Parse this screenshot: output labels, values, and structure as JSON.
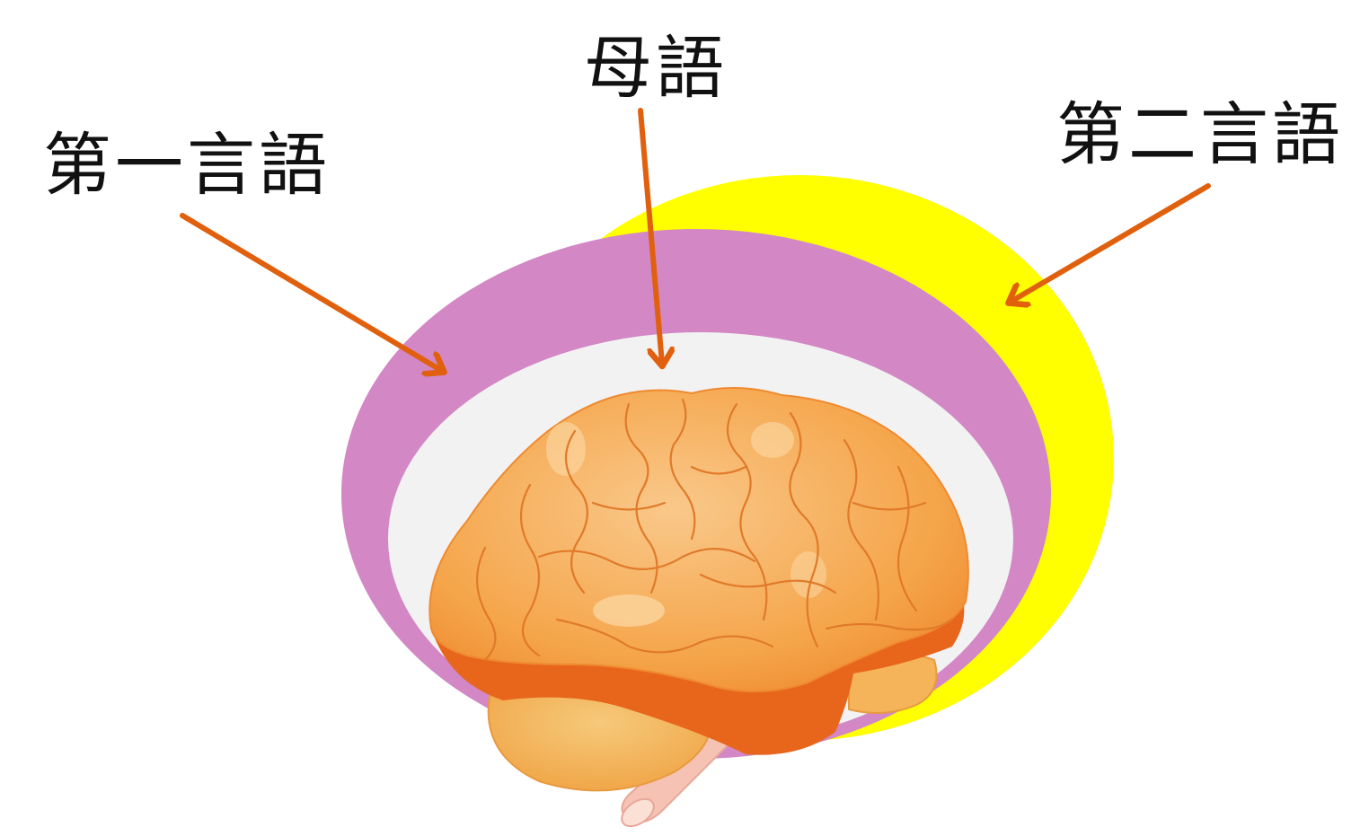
{
  "labels": {
    "first_language": "第一言語",
    "mother_tongue": "母語",
    "second_language": "第二言語"
  },
  "colors": {
    "second_language_layer": "#ffff00",
    "first_language_layer": "#d387c5",
    "mother_tongue_layer": "#f2f2f2",
    "arrow": "#e0600e",
    "brain_cortex": "#f5a54a",
    "brain_highlight": "#f8c57f",
    "brain_shadow": "#e8661c",
    "cerebellum": "#f2b55b",
    "brain_stem": "#f5c2b4",
    "sulci": "#e07a2a"
  },
  "icons": {
    "center_illustration": "brain-icon"
  }
}
